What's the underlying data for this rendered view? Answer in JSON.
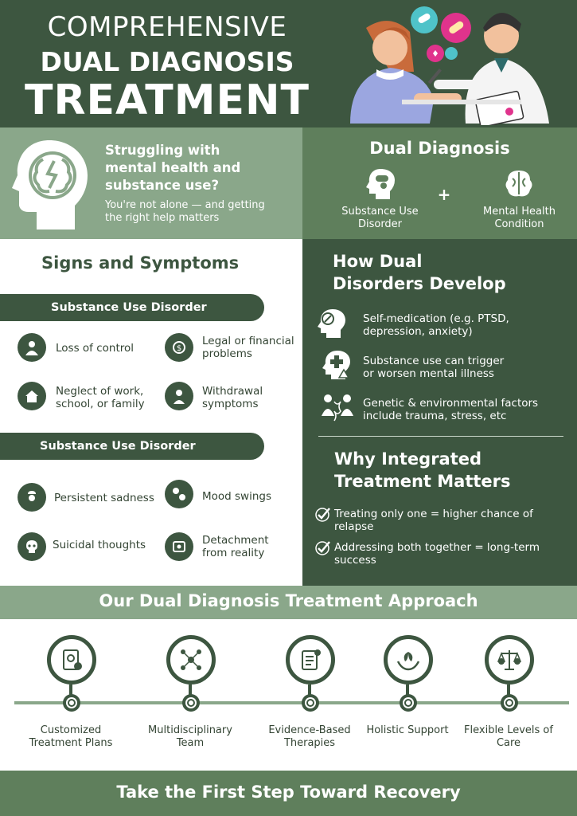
{
  "header": {
    "line1": "COMPREHENSIVE",
    "line2": "DUAL DIAGNOSIS",
    "line3": "TREATMENT"
  },
  "struggle": {
    "heading": "Struggling with mental health and substance use?",
    "subtext": "You're not alone — and getting the right help matters"
  },
  "dual": {
    "title": "Dual Diagnosis",
    "left_label": "Substance Use Disorder",
    "plus": "+",
    "right_label": "Mental Health Condition"
  },
  "signs": {
    "title": "Signs and Symptoms",
    "group1": {
      "label": "Substance Use Disorder",
      "items": [
        "Loss of control",
        "Legal or financial problems",
        "Neglect of work, school, or family",
        "Withdrawal symptoms"
      ]
    },
    "group2": {
      "label": "Substance Use Disorder",
      "items": [
        "Persistent sadness",
        "Mood swings",
        "Suicidal thoughts",
        "Detachment from reality"
      ]
    }
  },
  "develop": {
    "title": "How Dual Disorders Develop",
    "items": [
      "Self-medication (e.g. PTSD, depression, anxiety)",
      "Substance use can trigger or worsen mental illness",
      "Genetic & environmental factors include trauma, stress, etc"
    ]
  },
  "integrated": {
    "title": "Why Integrated Treatment Matters",
    "items": [
      "Treating only one = higher chance of relapse",
      "Addressing both together = long-term success"
    ]
  },
  "approach": {
    "title": "Our Dual Diagnosis Treatment Approach",
    "steps": [
      "Customized Treatment Plans",
      "Multidisciplinary Team",
      "Evidence-Based Therapies",
      "Holistic Support",
      "Flexible Levels of Care"
    ]
  },
  "footer": {
    "cta": "Take the First Step Toward Recovery"
  },
  "colors": {
    "dark_green": "#3d5640",
    "mid_green": "#5f7f5c",
    "light_green": "#8aa78a"
  }
}
